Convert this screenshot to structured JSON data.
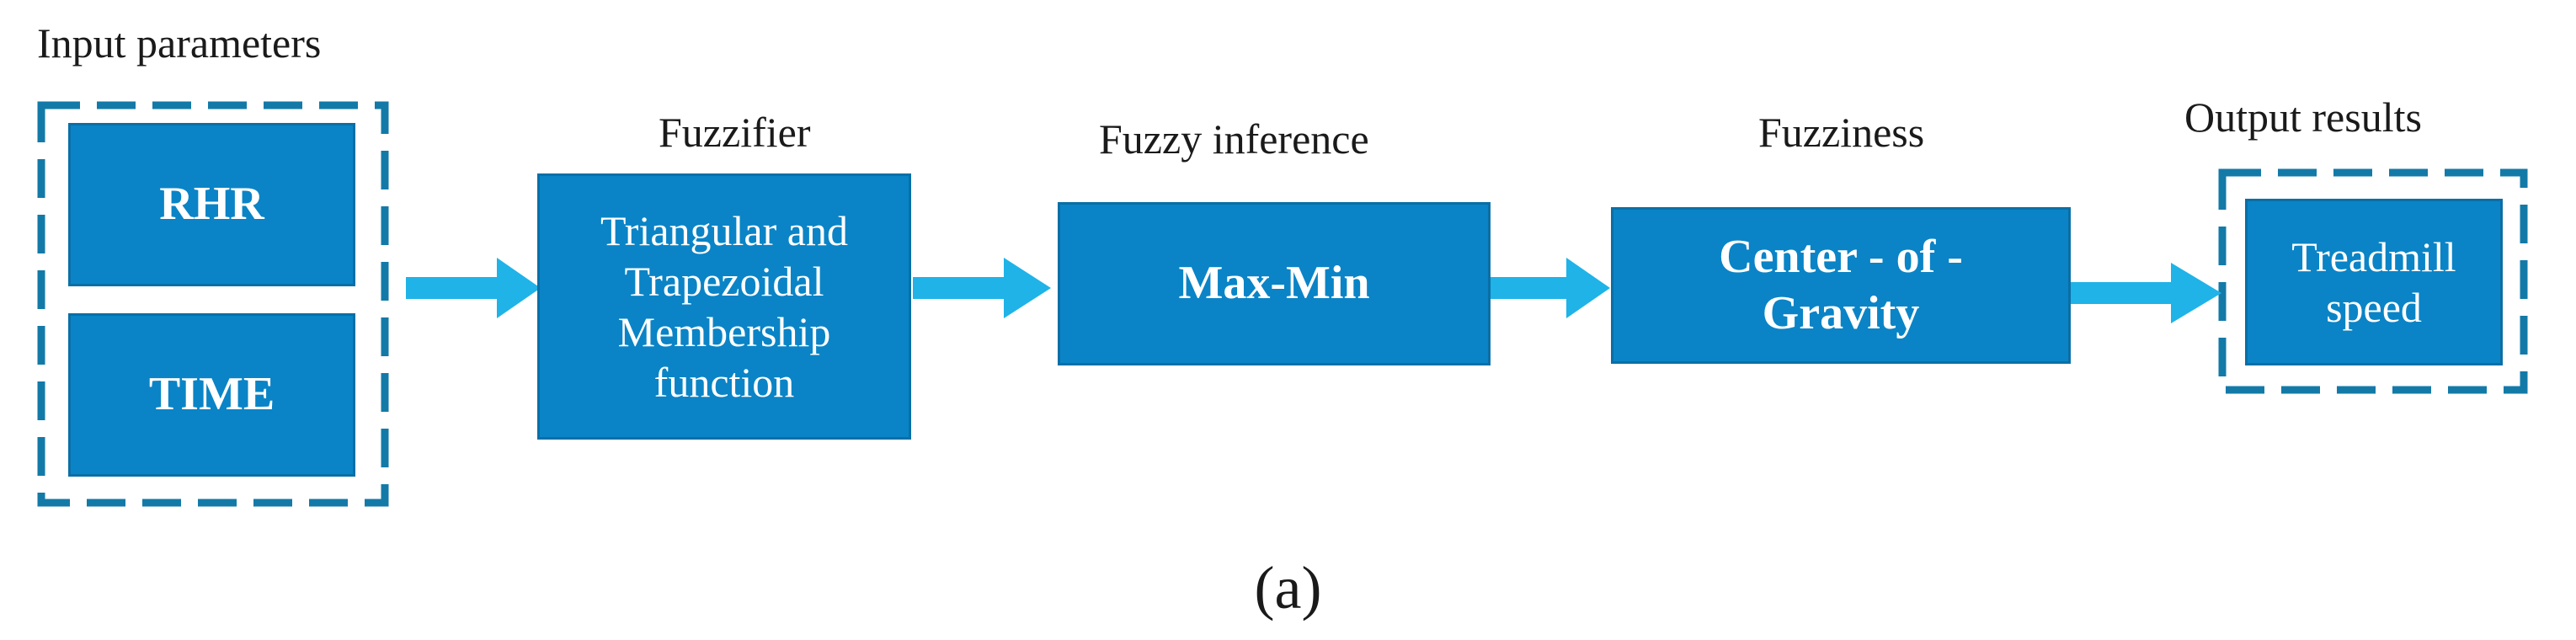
{
  "labels": {
    "input_parameters": "Input parameters",
    "fuzzifier": "Fuzzifier",
    "fuzzy_inference": "Fuzzy inference",
    "fuzziness": "Fuzziness",
    "output_results": "Output results"
  },
  "boxes": {
    "rhr": "RHR",
    "time": "TIME",
    "membership": [
      "Triangular and",
      "Trapezoidal",
      "Membership",
      "function"
    ],
    "max_min": "Max-Min",
    "cog": [
      "Center - of -",
      "Gravity"
    ],
    "treadmill": [
      "Treadmill",
      "speed"
    ]
  },
  "caption": "(a)",
  "colors": {
    "box_fill": "#0a84c6",
    "box_border": "#0a6fa6",
    "arrow": "#1fb3e8",
    "dashed_border": "#137aa8"
  }
}
